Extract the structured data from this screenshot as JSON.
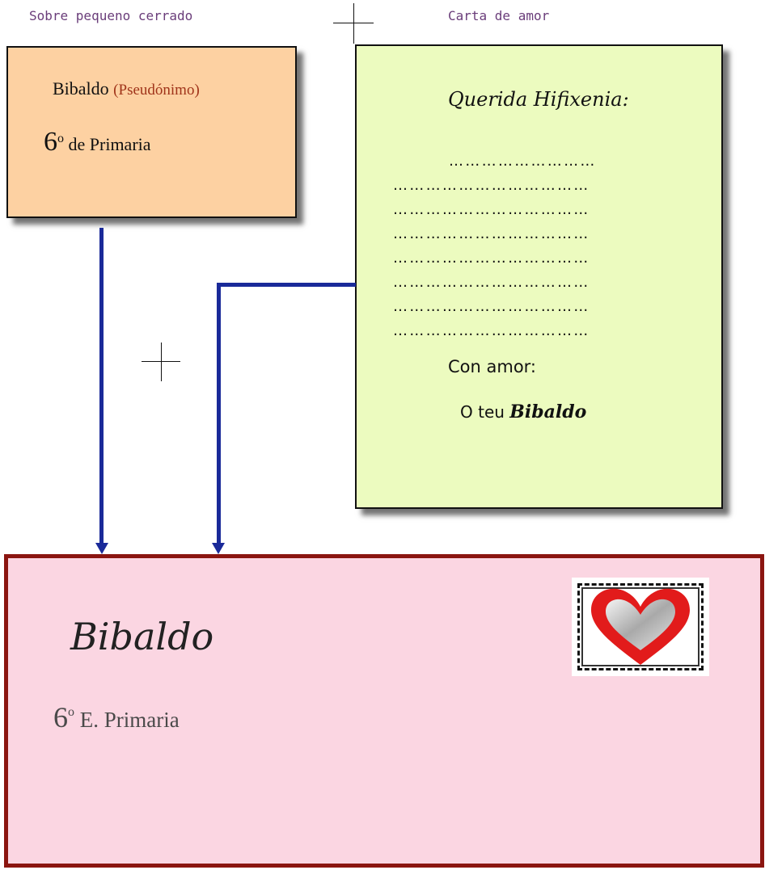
{
  "labels": {
    "small_envelope": "Sobre pequeno cerrado",
    "love_letter": "Carta de amor"
  },
  "small_envelope": {
    "name": "Bibaldo",
    "pseudonym": "(Pseudónimo)",
    "grade_number": "6",
    "grade_ordinal": "o",
    "grade_text": "de Primaria",
    "color": "#fdd1a2"
  },
  "letter": {
    "salutation": "Querida Hifixenia:",
    "dot_lines": [
      "………………………",
      "………………………………",
      "………………………………",
      "………………………………",
      "………………………………",
      "………………………………",
      "………………………………",
      "………………………………"
    ],
    "closing": "Con amor:",
    "signature_prefix": "O teu",
    "signature_name": "Bibaldo",
    "color": "#ecfbbf"
  },
  "big_envelope": {
    "name": "Bibaldo",
    "grade_number": "6",
    "grade_ordinal": "o",
    "grade_text": "E. Primaria",
    "color": "#fbd6e2",
    "border_color": "#8b1510"
  },
  "stamp": {
    "icon": "heart-icon"
  },
  "plus_signs": [
    "plus-sign-top",
    "plus-sign-left"
  ],
  "connector_color": "#1a2a99"
}
